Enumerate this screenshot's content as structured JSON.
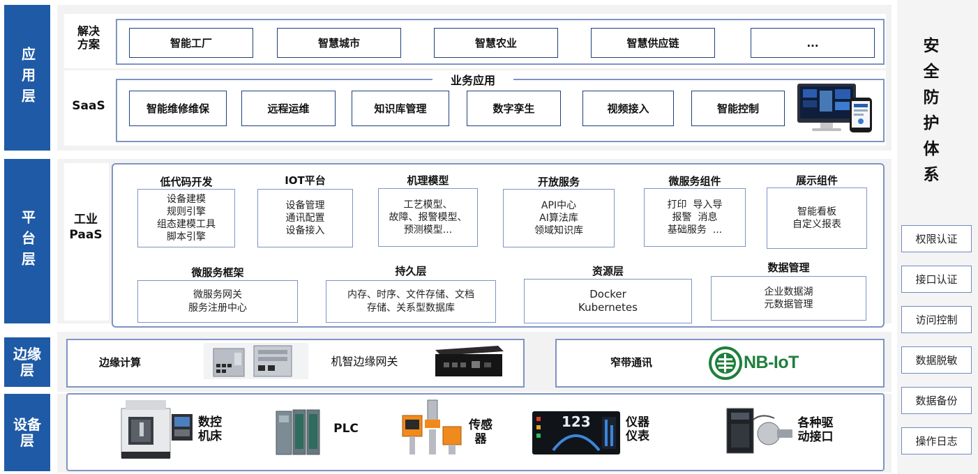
{
  "layers": {
    "application": "应用层",
    "platform": "平台层",
    "edge": "边缘层",
    "device": "设备层"
  },
  "solutions": {
    "label": "解决方案",
    "items": [
      "智能工厂",
      "智慧城市",
      "智慧农业",
      "智慧供应链",
      "..."
    ]
  },
  "saas": {
    "label": "SaaS",
    "title": "业务应用",
    "items": [
      "智能维修维保",
      "远程运维",
      "知识库管理",
      "数字孪生",
      "视频接入",
      "智能控制"
    ]
  },
  "paas": {
    "label": "工业PaaS",
    "top_row": [
      {
        "title": "低代码开发",
        "lines": [
          "设备建模",
          "规则引擎",
          "组态建模工具",
          "脚本引擎"
        ]
      },
      {
        "title": "IOT平台",
        "lines": [
          "设备管理",
          "通讯配置",
          "设备接入"
        ]
      },
      {
        "title": "机理模型",
        "lines": [
          "工艺模型、",
          "故障、报警模型、",
          "预测模型..."
        ]
      },
      {
        "title": "开放服务",
        "lines": [
          "API中心",
          "AI算法库",
          "领域知识库"
        ]
      },
      {
        "title": "微服务组件",
        "lines": [
          "打印  导入导",
          "报警  消息",
          "基础服务  ..."
        ]
      },
      {
        "title": "展示组件",
        "lines": [
          "智能看板",
          "自定义报表"
        ]
      }
    ],
    "bottom_row": [
      {
        "title": "微服务框架",
        "lines": [
          "微服务网关",
          "服务注册中心"
        ]
      },
      {
        "title": "持久层",
        "lines": [
          "内存、时序、文件存储、文档",
          "存储、关系型数据库"
        ]
      },
      {
        "title": "资源层",
        "lines": [
          "Docker",
          "Kubernetes"
        ]
      },
      {
        "title": "数据管理",
        "lines": [
          "企业数据湖",
          "元数据管理"
        ]
      }
    ]
  },
  "edge": {
    "compute": "边缘计算",
    "gateway": "机智边缘网关",
    "narrowband": "窄带通讯",
    "nbiot_logo": "NB-IoT"
  },
  "devices": {
    "cnc": "数控机床",
    "plc": "PLC",
    "sensor": "传感器",
    "meter": "仪器仪表",
    "drive": "各种驱动接口",
    "meter_readout": "123"
  },
  "security": {
    "title": "安全防护体系",
    "items": [
      "权限认证",
      "接口认证",
      "访问控制",
      "数据脱敏",
      "数据备份",
      "操作日志"
    ]
  },
  "colors": {
    "tab_blue": "#1f5aa6",
    "box_border": "#1f3f7a",
    "light_border": "#7e94c4",
    "nbiot_green": "#1e7f3c"
  },
  "icons": [
    "monitor-phone-image",
    "cnc-machine-image",
    "plc-image",
    "sensor-image",
    "dashboard-image",
    "servo-drive-image",
    "edge-device-image",
    "gateway-device-image",
    "nbiot-logo"
  ]
}
